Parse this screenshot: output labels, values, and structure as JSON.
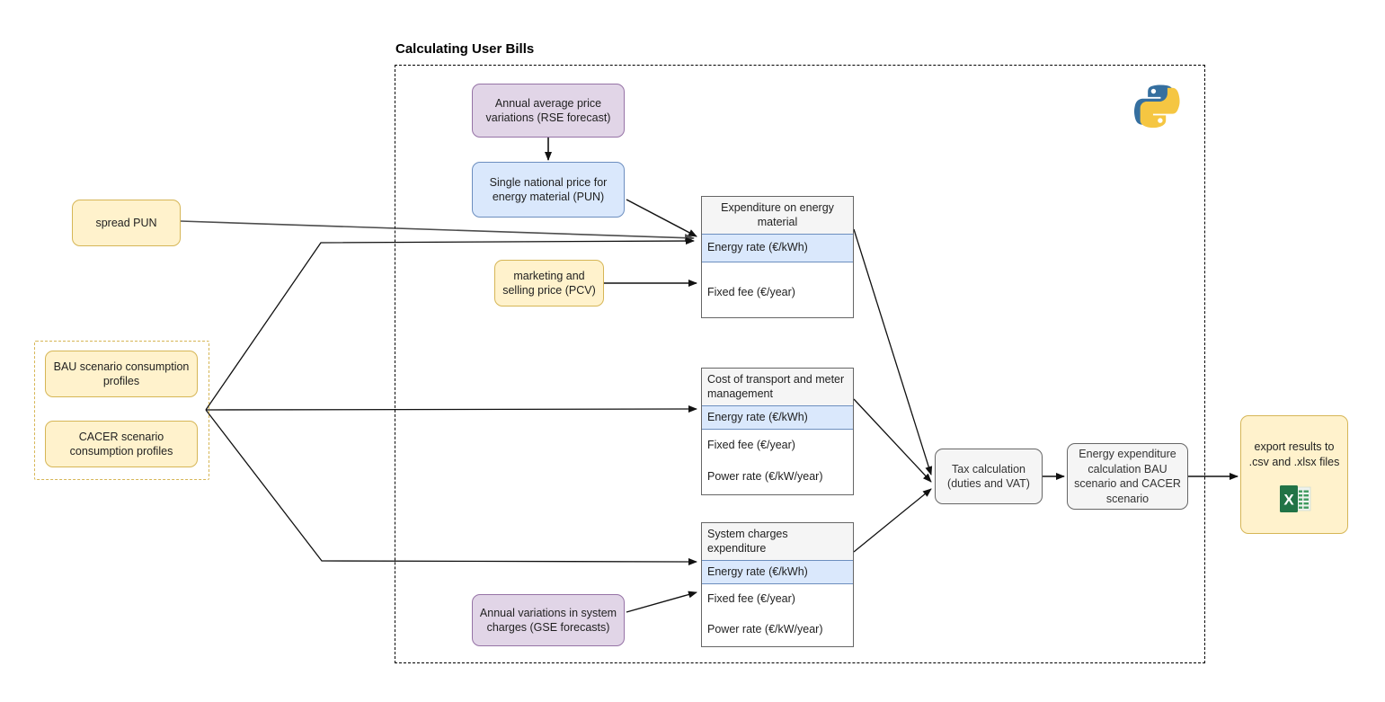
{
  "frame": {
    "title": "Calculating User Bills",
    "python_logo": "python-logo"
  },
  "inputs": {
    "spread_pun": "spread PUN",
    "scenario_group": {
      "bau": "BAU scenario consumption profiles",
      "cacer": "CACER scenario consumption profiles"
    }
  },
  "forecasts": {
    "rse": "Annual average price variations (RSE forecast)",
    "gse": "Annual variations in system charges (GSE forecasts)"
  },
  "pun_box": "Single national price for energy material (PUN)",
  "pcv_box": "marketing and selling price (PCV)",
  "tables": [
    {
      "header": "Expenditure on energy material",
      "header_align": "center",
      "rows": [
        {
          "label": "Energy rate (€/kWh)",
          "highlight": true
        },
        {
          "label": "Fixed fee (€/year)",
          "highlight": false
        }
      ]
    },
    {
      "header": "Cost of transport and meter management",
      "header_align": "left",
      "rows": [
        {
          "label": "Energy rate (€/kWh)",
          "highlight": true
        },
        {
          "label": "Fixed fee (€/year)",
          "highlight": false
        },
        {
          "label": "Power rate (€/kW/year)",
          "highlight": false
        }
      ]
    },
    {
      "header": "System charges expenditure",
      "header_align": "left",
      "rows": [
        {
          "label": "Energy rate (€/kWh)",
          "highlight": true
        },
        {
          "label": "Fixed fee (€/year)",
          "highlight": false
        },
        {
          "label": "Power rate (€/kW/year)",
          "highlight": false
        }
      ]
    }
  ],
  "process": {
    "tax": "Tax calculation (duties and VAT)",
    "tax_line1": "Tax calculation",
    "tax_line2": "(duties and VAT)",
    "energy_expenditure": "Energy expenditure calculation BAU scenario and CACER scenario"
  },
  "output": {
    "export": "export results to .csv and .xlsx files",
    "excel_icon": "excel-icon"
  },
  "colors": {
    "yellow_fill": "#fff2cc",
    "yellow_stroke": "#d6b656",
    "purple_fill": "#e1d5e7",
    "purple_stroke": "#9673a6",
    "blue_fill": "#dae8fc",
    "blue_stroke": "#6c8ebf",
    "grey_fill": "#f5f5f5",
    "grey_stroke": "#666666",
    "excel_green": "#217346",
    "python_blue": "#356f9f",
    "python_yellow": "#f5c642"
  }
}
